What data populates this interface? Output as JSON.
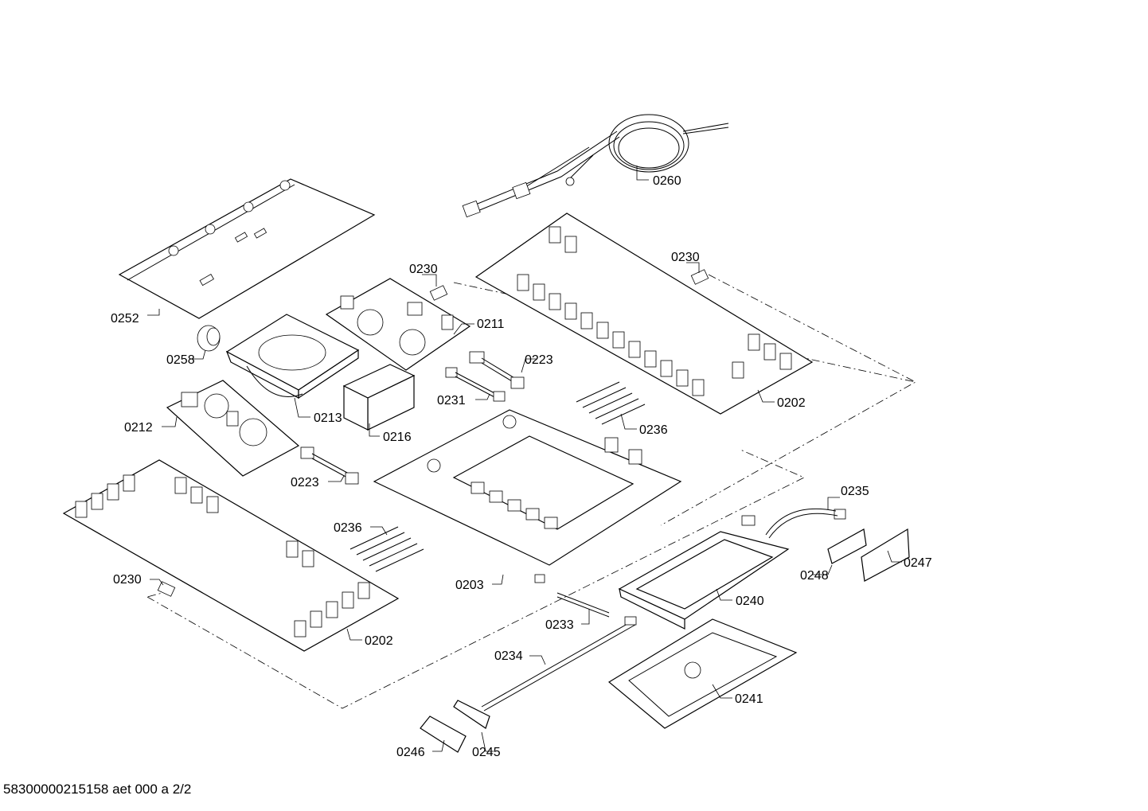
{
  "footer": {
    "document_id": "58300000215158 aet 000 a 2/2"
  },
  "parts": {
    "p0260": "0260",
    "p0230a": "0230",
    "p0230b": "0230",
    "p0230c": "0230",
    "p0252": "0252",
    "p0211": "0211",
    "p0258": "0258",
    "p0223a": "0223",
    "p0223b": "0223",
    "p0213": "0213",
    "p0231": "0231",
    "p0202a": "0202",
    "p0202b": "0202",
    "p0212": "0212",
    "p0216": "0216",
    "p0236a": "0236",
    "p0236b": "0236",
    "p0235": "0235",
    "p0247": "0247",
    "p0248": "0248",
    "p0203": "0203",
    "p0240": "0240",
    "p0233": "0233",
    "p0234": "0234",
    "p0241": "0241",
    "p0246": "0246",
    "p0245": "0245"
  }
}
